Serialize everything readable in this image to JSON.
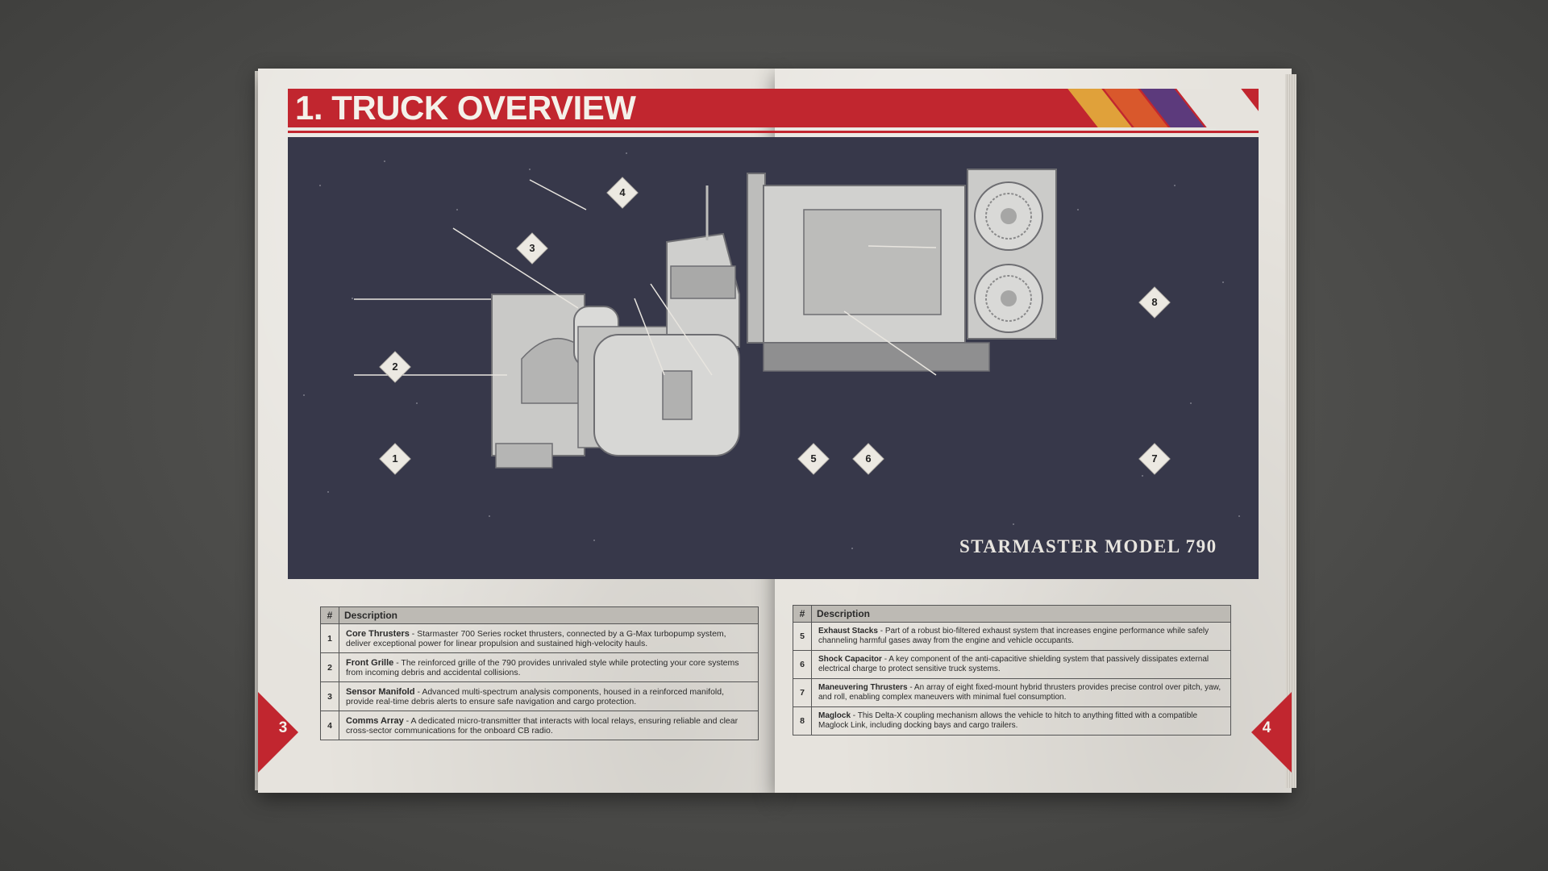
{
  "manual": {
    "title": "1. TRUCK OVERVIEW",
    "model_name": "STARMASTER MODEL 790",
    "page_left_number": "3",
    "page_right_number": "4",
    "stripe_colors": [
      "#e0a13a",
      "#d9582c",
      "#5c3a7c"
    ],
    "accent_color": "#c1262f"
  },
  "callouts": [
    "1",
    "2",
    "3",
    "4",
    "5",
    "6",
    "7",
    "8"
  ],
  "table_left": {
    "headers": [
      "#",
      "Description"
    ],
    "rows": [
      {
        "num": "1",
        "name": "Core Thrusters",
        "text": " - Starmaster 700 Series rocket thrusters, connected by a G-Max turbopump system, deliver exceptional power for linear propulsion and sustained high-velocity hauls."
      },
      {
        "num": "2",
        "name": "Front Grille",
        "text": " - The reinforced grille of the 790 provides unrivaled style while protecting your core systems from incoming debris and accidental collisions."
      },
      {
        "num": "3",
        "name": "Sensor Manifold",
        "text": " - Advanced multi-spectrum analysis components, housed in a reinforced manifold, provide real-time debris alerts to ensure safe navigation and cargo protection."
      },
      {
        "num": "4",
        "name": "Comms Array",
        "text": " - A dedicated micro-transmitter that interacts with local relays, ensuring reliable and clear cross-sector communications for the onboard CB radio."
      }
    ]
  },
  "table_right": {
    "headers": [
      "#",
      "Description"
    ],
    "rows": [
      {
        "num": "5",
        "name": "Exhaust Stacks",
        "text": " - Part of a robust bio-filtered exhaust system that increases engine performance while safely channeling harmful gases away from the engine and vehicle occupants."
      },
      {
        "num": "6",
        "name": "Shock Capacitor",
        "text": " - A key component of the anti-capacitive shielding system that passively dissipates external electrical charge to protect sensitive truck systems."
      },
      {
        "num": "7",
        "name": "Maneuvering Thrusters",
        "text": " - An array of eight fixed-mount hybrid thrusters provides precise control over pitch, yaw, and roll, enabling complex maneuvers with minimal fuel consumption."
      },
      {
        "num": "8",
        "name": "Maglock",
        "text": " - This Delta-X coupling mechanism allows the vehicle to hitch to anything fitted with a compatible Maglock Link, including docking bays and cargo trailers."
      }
    ]
  }
}
